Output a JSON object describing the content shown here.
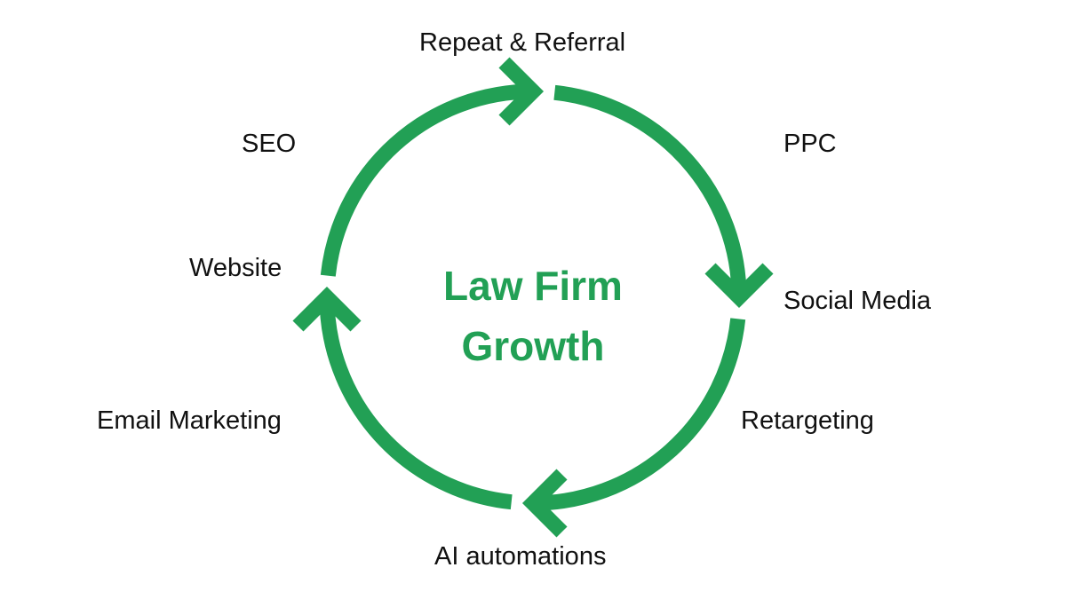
{
  "center_title": {
    "line1": "Law Firm",
    "line2": "Growth"
  },
  "stages": {
    "repeat_referral": "Repeat & Referral",
    "ppc": "PPC",
    "social_media": "Social Media",
    "retargeting": "Retargeting",
    "ai_automations": "AI automations",
    "email_marketing": "Email Marketing",
    "website": "Website",
    "seo": "SEO"
  },
  "colors": {
    "accent": "#22a055",
    "text": "#111111"
  },
  "icons": {
    "arrows": "cycle-arrow-icon"
  }
}
